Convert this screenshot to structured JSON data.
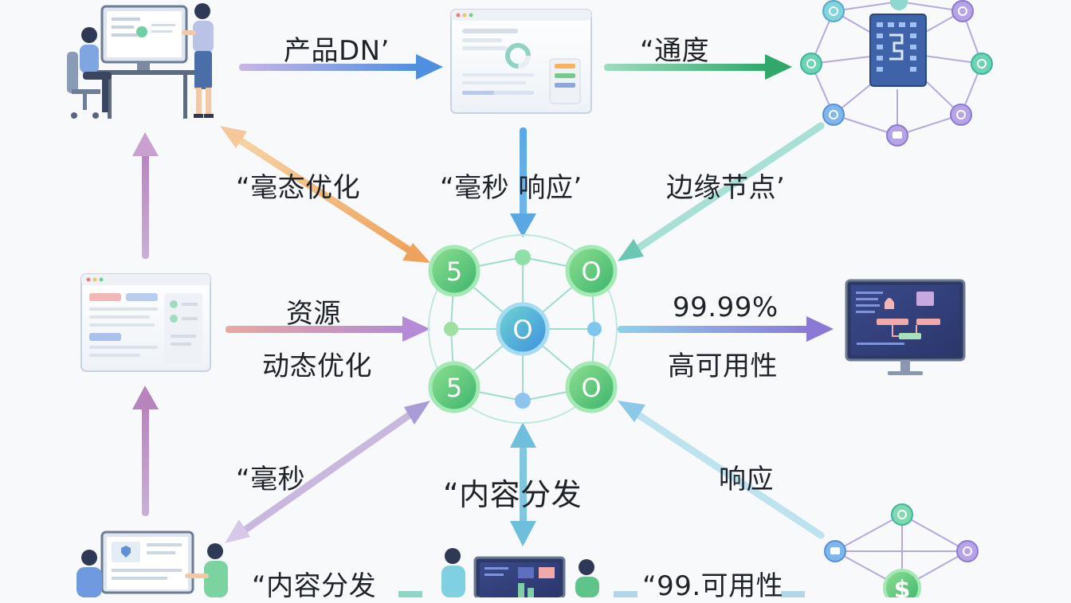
{
  "labels": {
    "product_dn": "产品DN’",
    "tong_du": "“通度",
    "hao_tai_youhua": "“毫态优化",
    "haomiao_xiangying": "“毫秒  响应’",
    "bianyuan_jiedian": "边缘节点’",
    "ziyuan": "资源",
    "dongtai_youhua": "动态优化",
    "availability_pct": "99.99%",
    "gao_keyong": "高可用性",
    "haomiao": "“毫秒",
    "neirong_fenfa_center": "“内容分发",
    "xiangying": "响应",
    "neirong_fenfa_bottom": "“内容分发",
    "keyong_bottom": "“99.可用性"
  },
  "hub": {
    "node_top_left": "5",
    "node_top_right": "O",
    "node_center": "O",
    "node_bottom_left": "5",
    "node_bottom_right": "O"
  },
  "colors": {
    "green": "#5dc778",
    "teal": "#3bb6a6",
    "blue": "#5aa7e3",
    "purple": "#8b7fd6",
    "mauve": "#b98fc0",
    "orange": "#f0a55a"
  }
}
